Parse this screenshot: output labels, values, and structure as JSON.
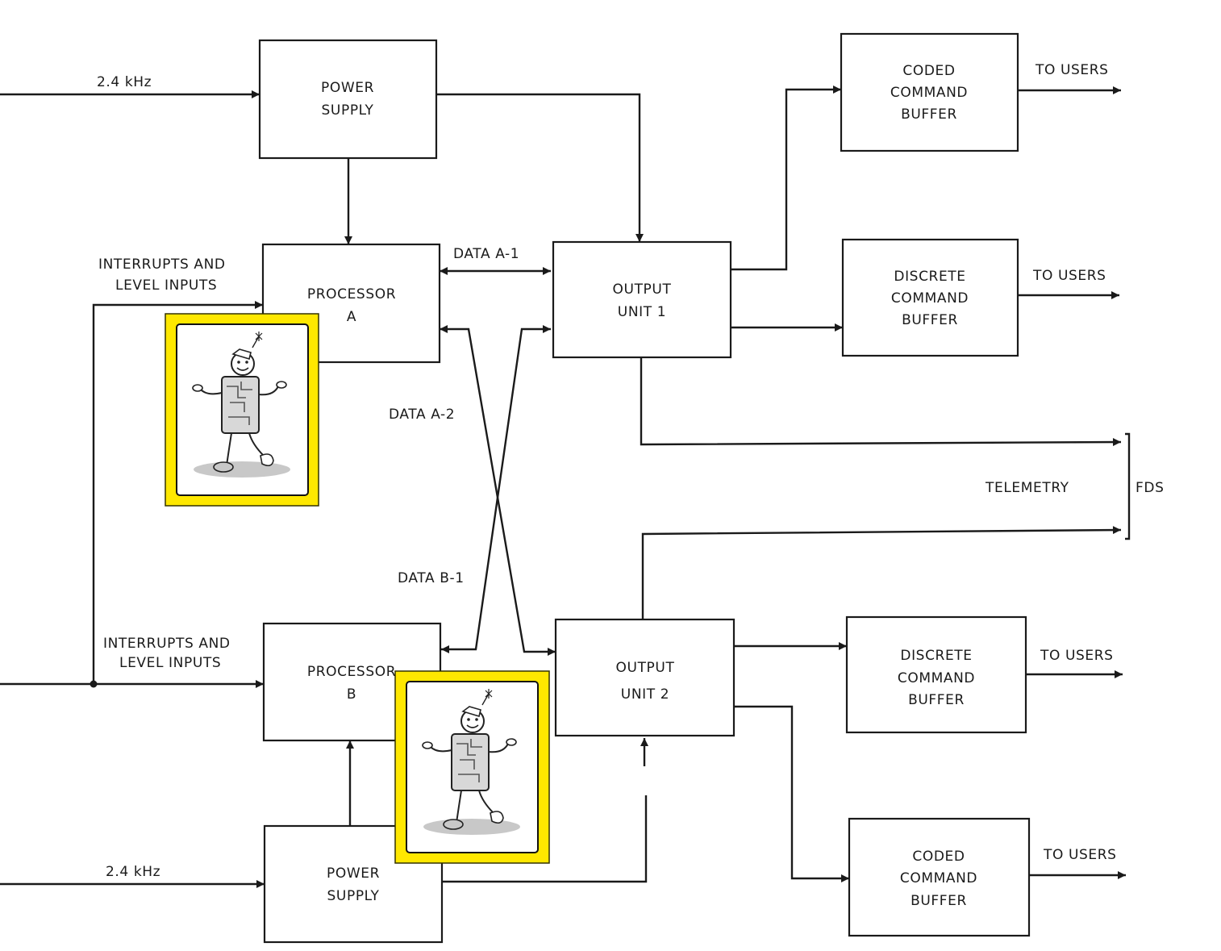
{
  "diagram": {
    "blocks": {
      "power_supply_a": [
        "POWER",
        "SUPPLY"
      ],
      "processor_a": [
        "PROCESSOR",
        "A"
      ],
      "output_unit_1": [
        "OUTPUT",
        "UNIT 1"
      ],
      "coded_buffer_1": [
        "CODED",
        "COMMAND",
        "BUFFER"
      ],
      "discrete_buffer_1": [
        "DISCRETE",
        "COMMAND",
        "BUFFER"
      ],
      "power_supply_b": [
        "POWER",
        "SUPPLY"
      ],
      "processor_b": [
        "PROCESSOR",
        "B"
      ],
      "output_unit_2": [
        "OUTPUT",
        "UNIT 2"
      ],
      "discrete_buffer_2": [
        "DISCRETE",
        "COMMAND",
        "BUFFER"
      ],
      "coded_buffer_2": [
        "CODED",
        "COMMAND",
        "BUFFER"
      ]
    },
    "labels": {
      "clock_top": "2.4 kHz",
      "clock_bottom": "2.4 kHz",
      "interrupts_a": [
        "INTERRUPTS AND",
        "LEVEL INPUTS"
      ],
      "interrupts_b": [
        "INTERRUPTS AND",
        "LEVEL INPUTS"
      ],
      "data_a1": "DATA A-1",
      "data_a2": "DATA A-2",
      "data_b1": "DATA B-1",
      "telemetry": "TELEMETRY",
      "fds": "FDS",
      "to_users_1": "TO USERS",
      "to_users_2": "TO USERS",
      "to_users_3": "TO USERS",
      "to_users_4": "TO USERS"
    },
    "overlays": {
      "mascot_icon": "robot-mascot-icon",
      "frame_color": "#FFE800"
    }
  }
}
